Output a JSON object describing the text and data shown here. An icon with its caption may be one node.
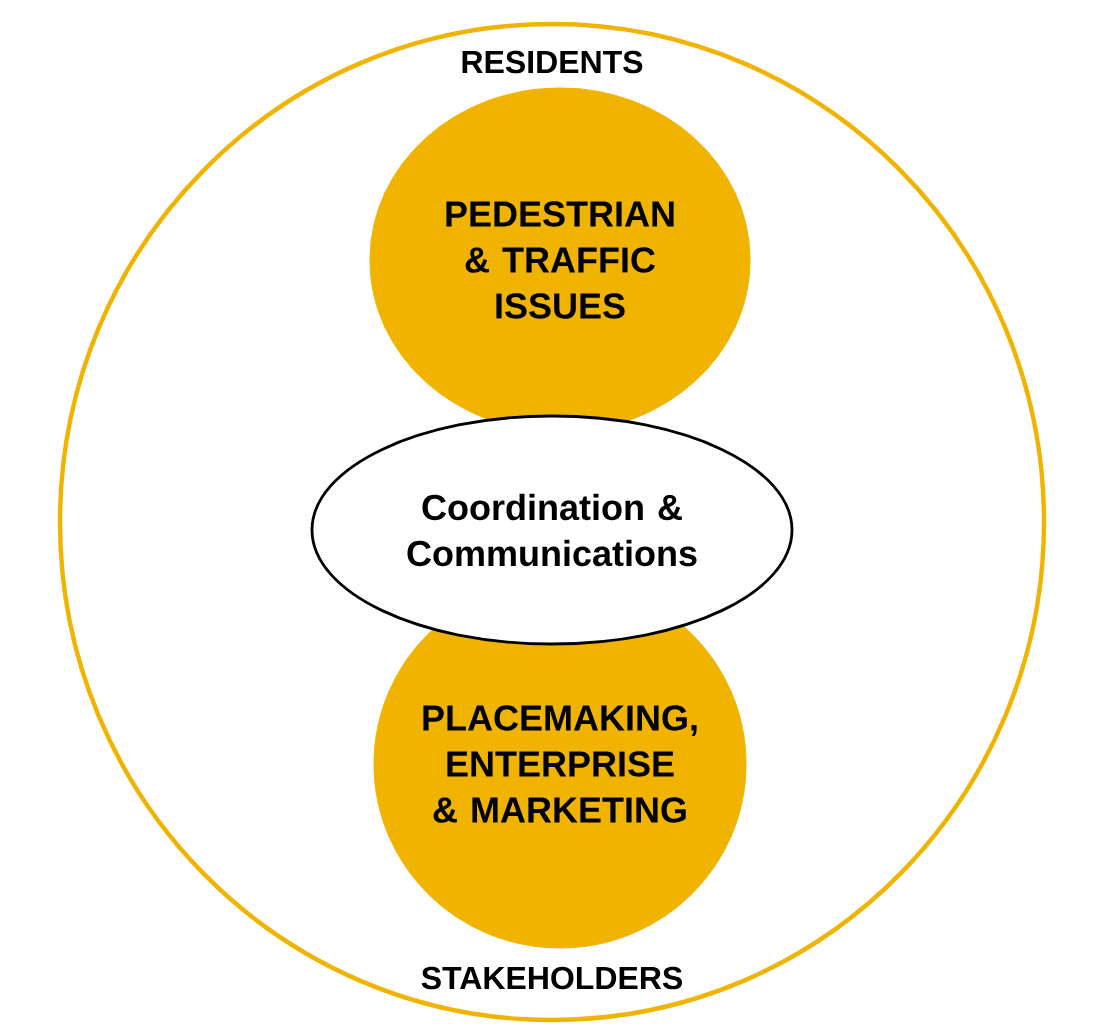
{
  "diagram": {
    "nodes": [
      {
        "text": [
          "RESIDENTS",
          "STAKEHOLDERS"
        ]
      },
      {
        "text": [
          "PEDESTRIAN & TRAFFIC ISSUES"
        ],
        "in": 0
      },
      {
        "text": [
          "PLACEMAKING, ENTERPRISE & MARKETING"
        ],
        "in": 0
      },
      {
        "text": [
          "Coordination & Communications"
        ],
        "in": 0
      }
    ]
  }
}
